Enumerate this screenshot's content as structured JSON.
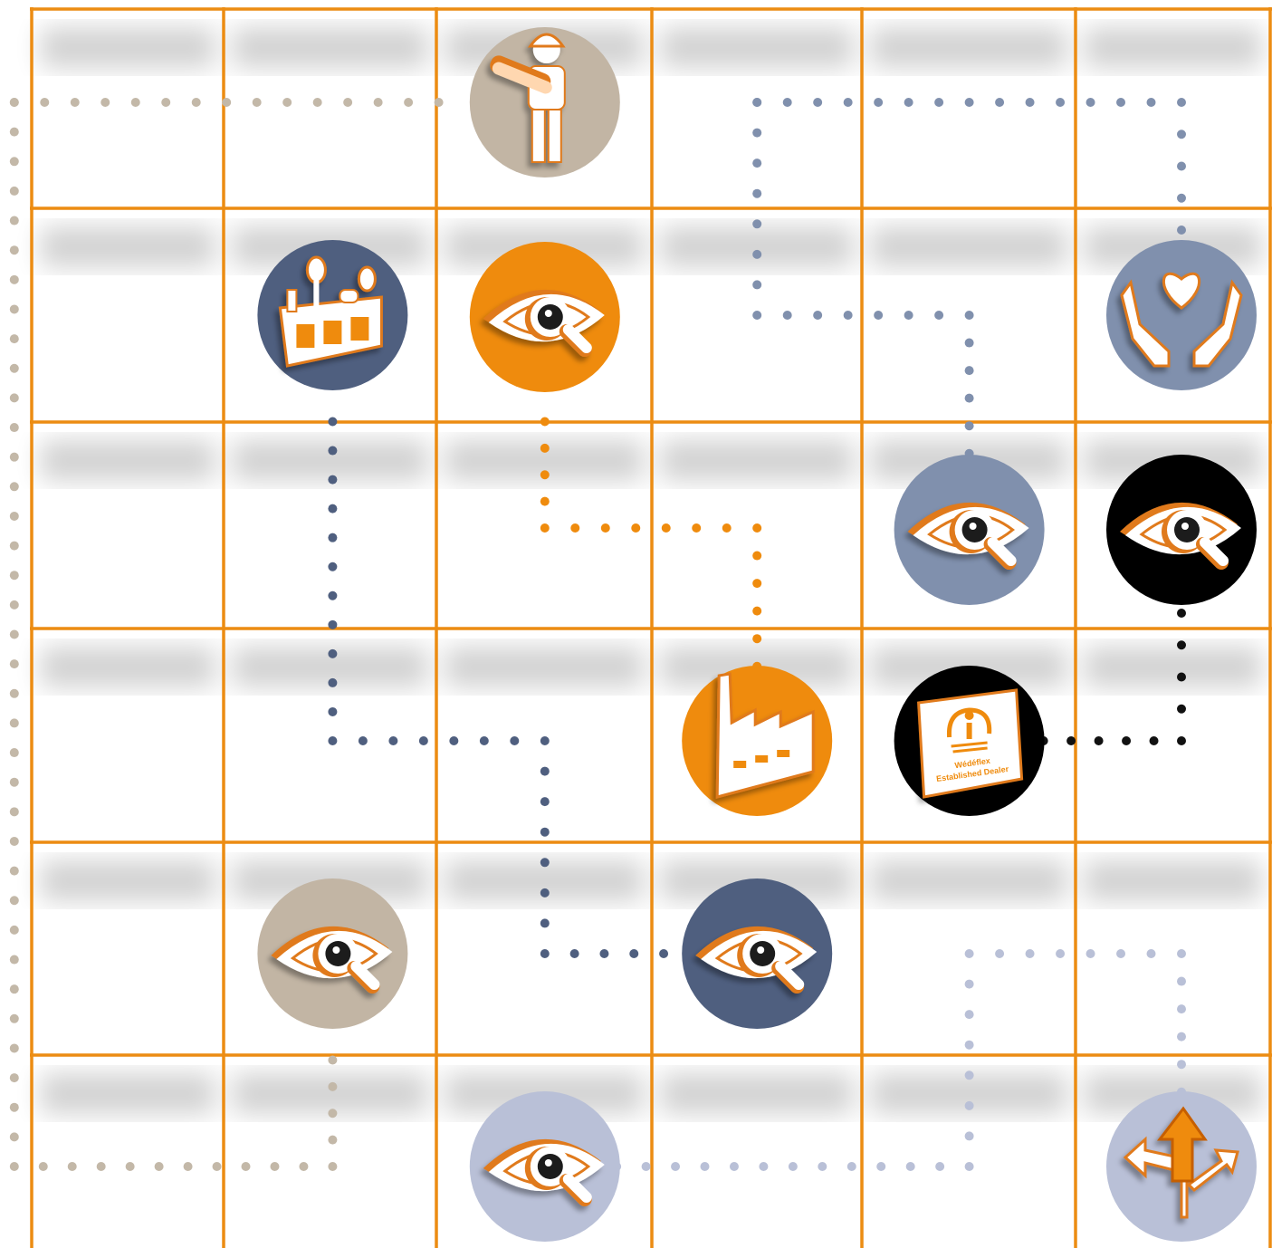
{
  "colors": {
    "grid_line": "#ec8c12",
    "cell_shadow": "#d9d9d9",
    "accent_orange": "#ef8b0d",
    "icon_white": "#ffffff",
    "icon_edge": "#e07a1a"
  },
  "badge_text": {
    "line1": "Wédéflex",
    "line2": "Established Dealer"
  },
  "paths": [
    {
      "name": "path-beige-left",
      "color": "#c3b8a8",
      "dot_spacing": 33,
      "points": [
        [
          0,
          1
        ],
        [
          2,
          1
        ]
      ]
    },
    {
      "name": "path-beige-left-loop",
      "color": "#c3b8a8",
      "dot_spacing": 33,
      "points": [
        [
          0,
          1
        ],
        [
          0,
          11
        ],
        [
          1.5,
          11
        ],
        [
          1.5,
          10
        ]
      ]
    },
    {
      "name": "path-navy",
      "color": "#4f5f7f",
      "dot_spacing": 33,
      "points": [
        [
          1.5,
          4
        ],
        [
          1.5,
          7
        ],
        [
          2.5,
          7
        ],
        [
          2.5,
          9
        ],
        [
          3.2,
          9
        ]
      ]
    },
    {
      "name": "path-orange",
      "color": "#ef8b0d",
      "dot_spacing": 33,
      "points": [
        [
          2.5,
          4
        ],
        [
          2.5,
          5
        ],
        [
          3.5,
          5
        ],
        [
          3.5,
          6.3
        ]
      ]
    },
    {
      "name": "path-slate-top",
      "color": "#8090ad",
      "dot_spacing": 33,
      "points": [
        [
          3.5,
          1
        ],
        [
          5.5,
          1
        ],
        [
          5.5,
          2.2
        ]
      ]
    },
    {
      "name": "path-slate-mid",
      "color": "#8090ad",
      "dot_spacing": 33,
      "points": [
        [
          3.5,
          1
        ],
        [
          3.5,
          3
        ],
        [
          4.5,
          3
        ],
        [
          4.5,
          4.3
        ]
      ]
    },
    {
      "name": "path-black",
      "color": "#111111",
      "dot_spacing": 33,
      "points": [
        [
          4.85,
          7
        ],
        [
          5.5,
          7
        ],
        [
          5.5,
          5.8
        ]
      ]
    },
    {
      "name": "path-lavender",
      "color": "#b9c0d7",
      "dot_spacing": 33,
      "points": [
        [
          2.7,
          11
        ],
        [
          4.5,
          11
        ],
        [
          4.5,
          9
        ],
        [
          5.5,
          9
        ],
        [
          5.5,
          10.3
        ]
      ]
    }
  ],
  "nodes": [
    {
      "name": "worker-icon",
      "icon": "worker",
      "bg": "#c2b5a4",
      "col": 2.5,
      "row": 1
    },
    {
      "name": "city-park-icon",
      "icon": "city",
      "bg": "#4f5f7f",
      "col": 1.5,
      "row": 3
    },
    {
      "name": "eye-icon-orange",
      "icon": "eye",
      "bg": "#ef8b0d",
      "col": 2.5,
      "row": 3
    },
    {
      "name": "hands-heart-icon",
      "icon": "hands-heart",
      "bg": "#8090ad",
      "col": 5.5,
      "row": 3
    },
    {
      "name": "eye-icon-slate",
      "icon": "eye",
      "bg": "#8090ad",
      "col": 4.5,
      "row": 5
    },
    {
      "name": "eye-icon-black",
      "icon": "eye",
      "bg": "#000000",
      "col": 5.5,
      "row": 5
    },
    {
      "name": "factory-icon",
      "icon": "factory",
      "bg": "#ef8b0d",
      "col": 3.5,
      "row": 7
    },
    {
      "name": "dealer-badge-icon",
      "icon": "dealer",
      "bg": "#000000",
      "col": 4.5,
      "row": 7
    },
    {
      "name": "eye-icon-beige",
      "icon": "eye",
      "bg": "#c2b5a4",
      "col": 1.5,
      "row": 9
    },
    {
      "name": "eye-icon-navy",
      "icon": "eye",
      "bg": "#4f5f7f",
      "col": 3.5,
      "row": 9
    },
    {
      "name": "eye-icon-lavender",
      "icon": "eye",
      "bg": "#b9c0d7",
      "col": 2.5,
      "row": 11
    },
    {
      "name": "crossroads-arrow-icon",
      "icon": "arrows",
      "bg": "#b9c0d7",
      "col": 5.5,
      "row": 11
    }
  ]
}
